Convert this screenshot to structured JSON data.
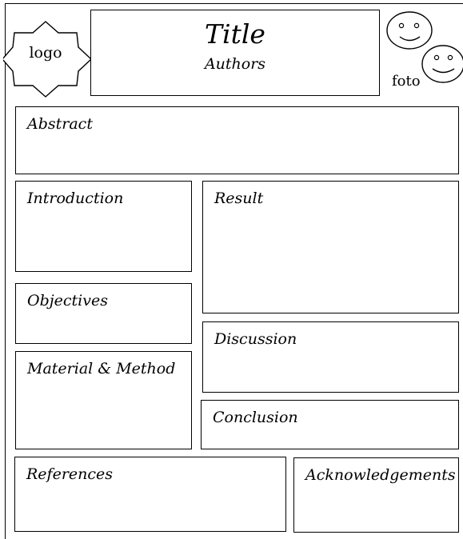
{
  "header": {
    "logo_label": "logo",
    "title": "Title",
    "authors": "Authors",
    "photo_label": "foto"
  },
  "sections": {
    "abstract": "Abstract",
    "introduction": "Introduction",
    "objectives": "Objectives",
    "material_method": "Material & Method",
    "result": "Result",
    "discussion": "Discussion",
    "conclusion": "Conclusion",
    "references": "References",
    "acknowledgements": "Acknowledgements"
  },
  "icons": {
    "logo_shape": "star-badge-icon",
    "photo_faces": [
      "smiley-face-icon",
      "smiley-face-icon"
    ]
  },
  "colors": {
    "stroke": "#000000",
    "background": "#ffffff"
  }
}
